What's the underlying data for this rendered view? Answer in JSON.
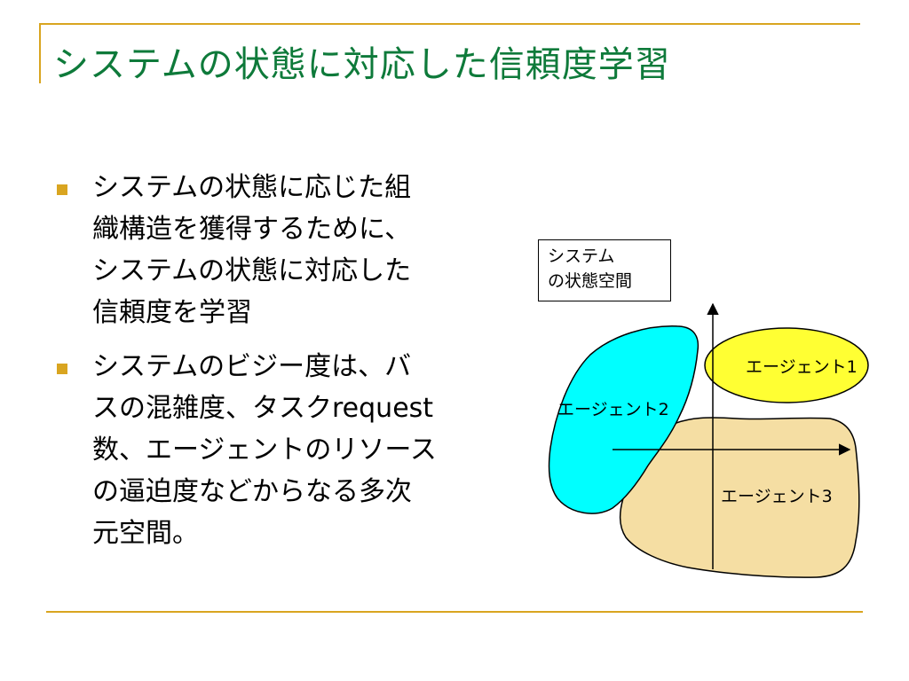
{
  "slide": {
    "title": "システムの状態に対応した信頼度学習",
    "bullets": [
      {
        "text": "システムの状態に応じた組\n織構造を獲得するために、\nシステムの状態に対応した\n信頼度を学習"
      },
      {
        "text": "システムのビジー度は、バ\nスの混雑度、タスクrequest\n数、エージェントのリソース\nの逼迫度などからなる多次\n元空間。"
      }
    ]
  },
  "diagram": {
    "space_label": "システム\nの状態空間",
    "agents": [
      {
        "label": "エージェント1",
        "color": "#ffff33"
      },
      {
        "label": "エージェント2",
        "color": "#00ffff"
      },
      {
        "label": "エージェント3",
        "color": "#f5dea3"
      }
    ]
  },
  "colors": {
    "title": "#0e7a3a",
    "accent": "#d9a520"
  }
}
